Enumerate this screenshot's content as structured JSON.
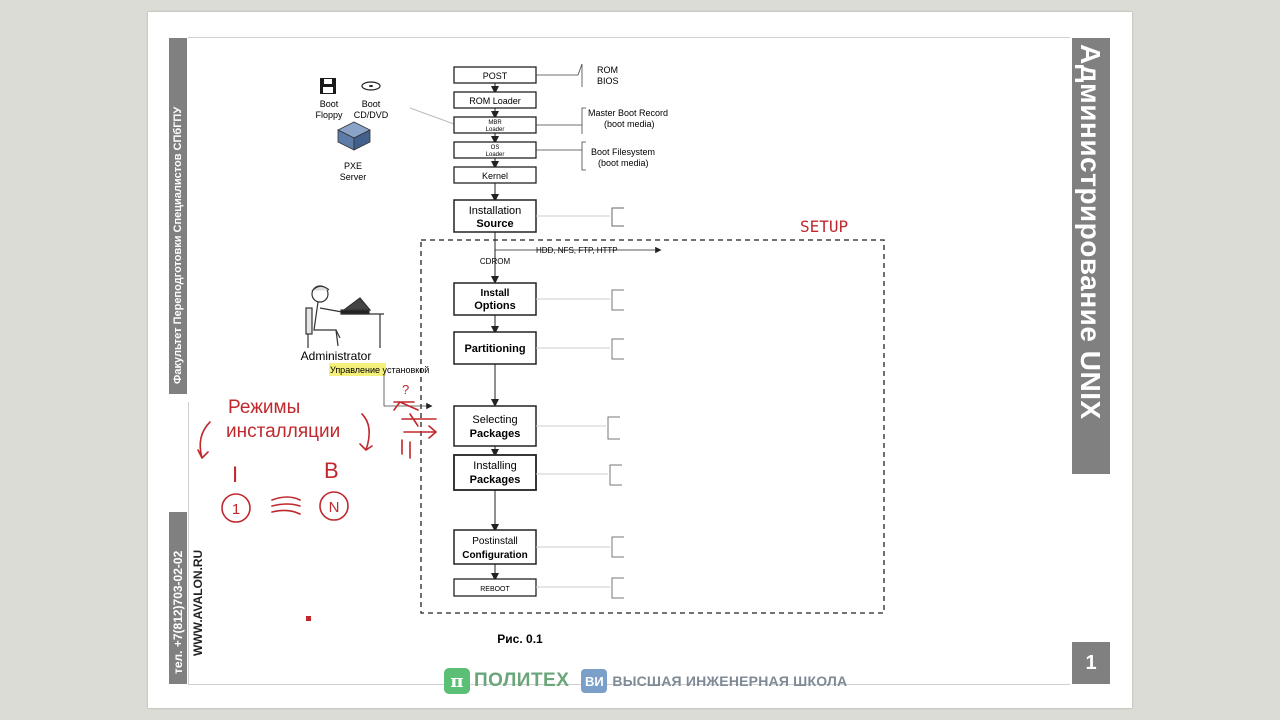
{
  "side_left": {
    "faculty": "Факультет Переподготовки Специалистов СПбГПУ",
    "phone": "тел. +7(812)703-02-02",
    "website": "WWW.AVALON.RU"
  },
  "side_right": {
    "title": "Администрирование UNIX",
    "page_number": "1"
  },
  "diagram": {
    "chain": [
      {
        "label": "POST"
      },
      {
        "label": "ROM Loader"
      },
      {
        "label": "MBR",
        "sub": "Loader"
      },
      {
        "label": "OS",
        "sub": "Loader"
      },
      {
        "label": "Kernel"
      }
    ],
    "chain_notes": [
      {
        "lines": [
          "ROM",
          "BIOS"
        ]
      },
      {
        "lines": [
          "Master Boot Record",
          "(boot media)"
        ]
      },
      {
        "lines": [
          "Boot Filesystem",
          "(boot media)"
        ]
      }
    ],
    "boot_sources": {
      "floppy": [
        "Boot",
        "Floppy"
      ],
      "cd": [
        "Boot",
        "CD/DVD"
      ],
      "pxe": [
        "PXE",
        "Server"
      ]
    },
    "install_source": [
      "Installation",
      "Source"
    ],
    "setup_steps": [
      {
        "lines": [
          "Install",
          "Options"
        ]
      },
      {
        "lines": [
          "Partitioning"
        ]
      },
      {
        "lines": [
          "Selecting",
          "Packages"
        ]
      },
      {
        "lines": [
          "Installing",
          "Packages"
        ]
      },
      {
        "lines": [
          "Postinstall",
          "Configuration"
        ]
      },
      {
        "lines": [
          "REBOOT"
        ]
      }
    ],
    "media_label": "HDD, NFS, FTP, HTTP",
    "cdrom_label": "CDROM",
    "admin_label": "Administrator",
    "control_label_highlight": "Управление",
    "control_label_rest": " установкой",
    "figure_caption": "Рис. 0.1"
  },
  "annotations": {
    "setup": "SETUP",
    "modes_line1": "Режимы",
    "modes_line2": "инсталляции",
    "letter_i": "I",
    "letter_b": "B",
    "circle_1": "1",
    "circle_n": "N",
    "question": "?",
    "ink_color": "#c0282d"
  },
  "footer": {
    "polytech_mark": "π",
    "polytech": "ПОЛИТЕХ",
    "hse_mark": "ВИ",
    "hse": "ВЫСШАЯ ИНЖЕНЕРНАЯ ШКОЛА"
  }
}
